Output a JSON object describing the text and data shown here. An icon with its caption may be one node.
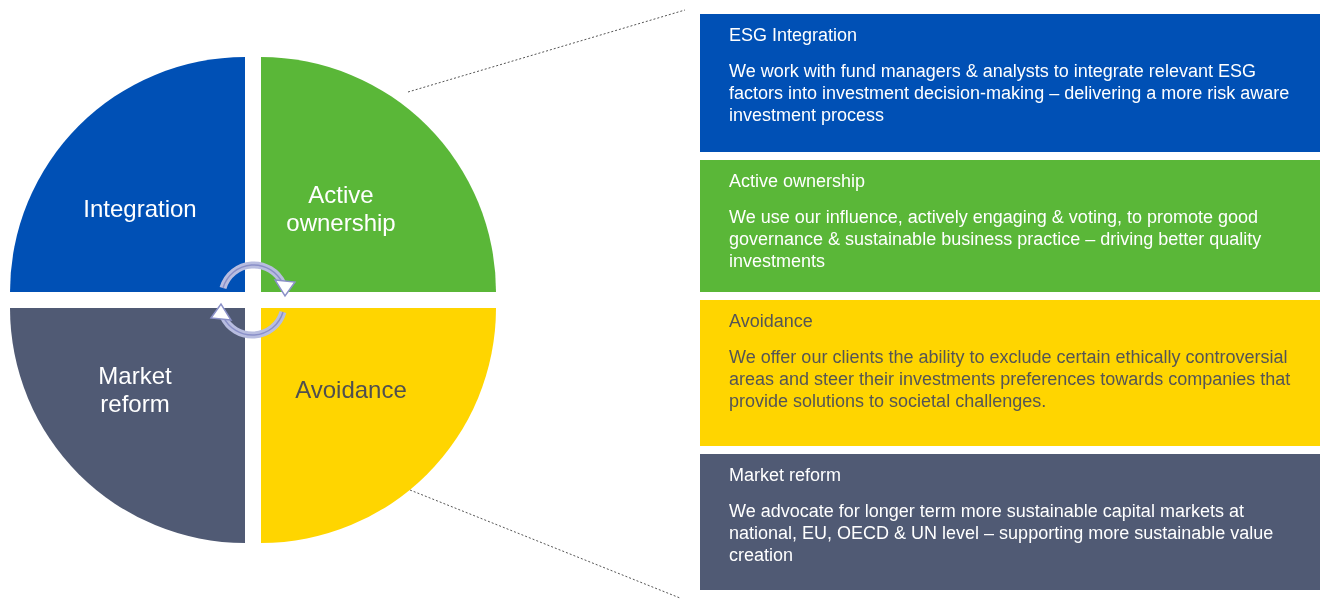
{
  "diagram": {
    "nodes": [
      {
        "text": [
          "Integration"
        ]
      },
      {
        "text": [
          "Active ownership"
        ]
      },
      {
        "text": [
          "Market reform"
        ]
      },
      {
        "text": [
          "Avoidance"
        ]
      },
      {
        "text": [
          "ESG Integration",
          "We work with fund managers & analysts to integrate relevant ESG factors into investment decision-making – delivering a more risk aware investment process"
        ]
      },
      {
        "text": [
          "Active ownership",
          "We use our influence, actively engaging & voting, to promote good governance & sustainable business practice – driving better quality investments"
        ]
      },
      {
        "text": [
          "Avoidance",
          "We offer our clients the ability to exclude certain ethically controversial areas and steer their investments  preferences towards companies that provide solutions to societal challenges."
        ]
      },
      {
        "text": [
          "Market reform",
          "We advocate for longer term more sustainable capital markets at national, EU, OECD & UN level – supporting more sustainable value creation"
        ]
      }
    ],
    "edges": []
  }
}
